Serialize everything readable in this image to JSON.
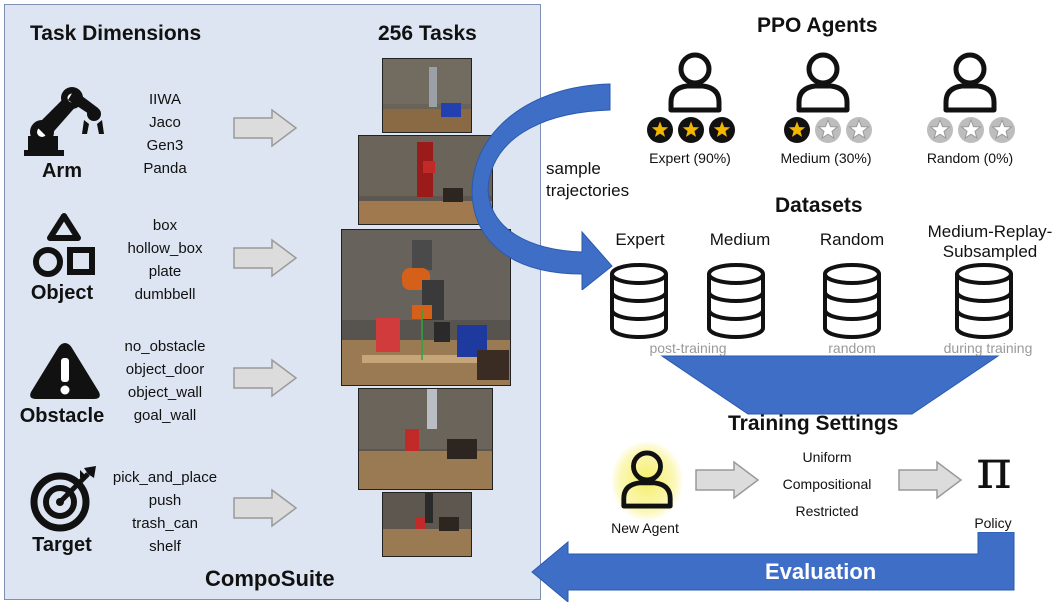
{
  "left_panel": {
    "dimensions_title": "Task Dimensions",
    "tasks_title": "256 Tasks",
    "footer": "CompoSuite",
    "dimensions": [
      {
        "label": "Arm",
        "icon": "robot-arm-icon",
        "options": [
          "IIWA",
          "Jaco",
          "Gen3",
          "Panda"
        ]
      },
      {
        "label": "Object",
        "icon": "shapes-icon",
        "options": [
          "box",
          "hollow_box",
          "plate",
          "dumbbell"
        ]
      },
      {
        "label": "Obstacle",
        "icon": "warning-icon",
        "options": [
          "no_obstacle",
          "object_door",
          "object_wall",
          "goal_wall"
        ]
      },
      {
        "label": "Target",
        "icon": "target-icon",
        "options": [
          "pick_and_place",
          "push",
          "trash_can",
          "shelf"
        ]
      }
    ]
  },
  "sample_label": "sample\ntrajectories",
  "agents": {
    "title": "PPO Agents",
    "items": [
      {
        "label": "Expert (90%)",
        "filled_stars": 3
      },
      {
        "label": "Medium (30%)",
        "filled_stars": 1
      },
      {
        "label": "Random (0%)",
        "filled_stars": 0
      }
    ]
  },
  "datasets": {
    "title": "Datasets",
    "items": [
      {
        "label": "Expert"
      },
      {
        "label": "Medium"
      },
      {
        "label": "Random"
      },
      {
        "label": "Medium-Replay-\nSubsampled"
      }
    ],
    "sources": [
      "post-training",
      "random",
      "during training"
    ]
  },
  "training": {
    "title": "Training Settings",
    "new_agent": "New Agent",
    "settings": [
      "Uniform",
      "Compositional",
      "Restricted"
    ],
    "policy_label": "Policy",
    "policy_symbol": "π"
  },
  "evaluation": "Evaluation",
  "colors": {
    "panel": "#dde5f2",
    "arrow_blue": "#3f6ec6",
    "star_gold": "#f2b600",
    "highlight_glow": "#f6ef6a",
    "gray_arrow": "#dcdcdc"
  }
}
